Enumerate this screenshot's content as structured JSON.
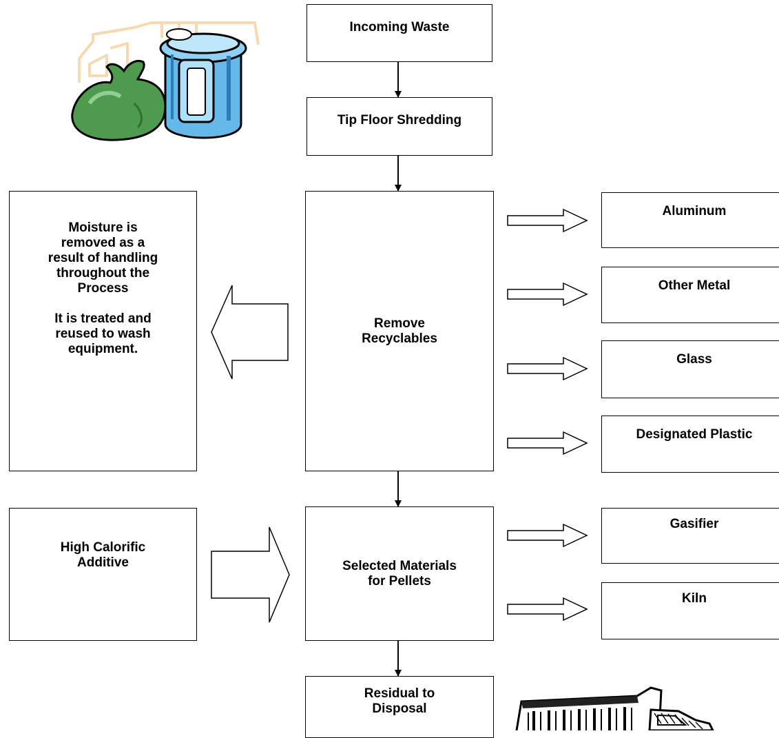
{
  "boxes": {
    "incoming_waste": "Incoming Waste",
    "tip_floor": "Tip Floor Shredding",
    "remove_recyclables": "Remove\nRecyclables",
    "moisture": "Moisture is\nremoved  as a\nresult of handling\nthroughout the\nProcess\n\nIt is treated and\nreused to wash\nequipment.",
    "aluminum": "Aluminum",
    "other_metal": "Other Metal",
    "glass": "Glass",
    "designated_plastic": "Designated Plastic",
    "high_calorific": "High Calorific\nAdditive",
    "selected_materials": "Selected Materials\nfor Pellets",
    "gasifier": "Gasifier",
    "kiln": "Kiln",
    "residual": "Residual to\nDisposal"
  },
  "icons": {
    "top_left": "garbage-truck-bag-and-bin-icon",
    "bottom_right": "dump-truck-icon"
  }
}
